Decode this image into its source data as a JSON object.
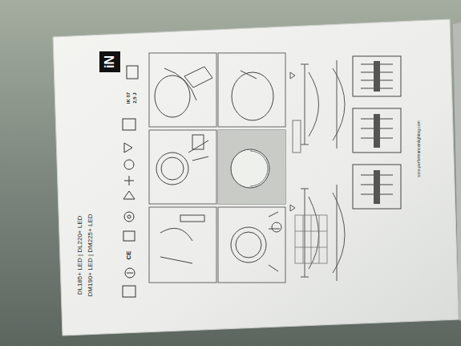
{
  "diagram": {
    "labels": [
      "iN",
      "DL185+ LED | DL220+ LED",
      "DM190+ LED | DM225+ LED",
      "IK 07",
      "2,5 J",
      "CE",
      "www.performanceinlighting.com"
    ]
  }
}
